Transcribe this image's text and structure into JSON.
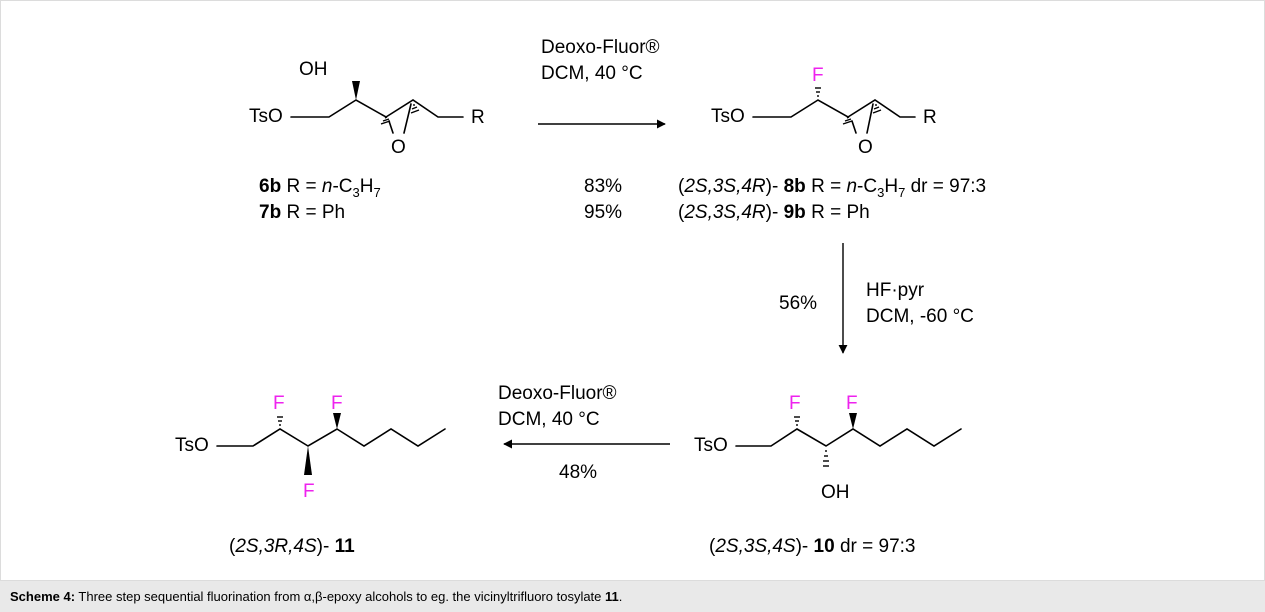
{
  "scheme": {
    "step1": {
      "reagent": "Deoxo-Fluor®",
      "conditions": "DCM, 40 °C"
    },
    "step2": {
      "reagent": "HF·pyr",
      "conditions": "DCM, -60 °C",
      "yield": "56%"
    },
    "step3": {
      "reagent": "Deoxo-Fluor®",
      "conditions": "DCM, 40 °C",
      "yield": "48%"
    },
    "labels": {
      "tso": "TsO",
      "oh": "OH",
      "o": "O",
      "r": "R",
      "f": "F",
      "r_eq": "R =",
      "r_n_prefix": "n",
      "r_c3": "-C",
      "sub3": "3",
      "r_h": "H",
      "sub7": "7",
      "r_ph": "Ph",
      "cpd_6b": "6b",
      "cpd_7b": "7b",
      "cpd_8b": "8b",
      "cpd_9b": "9b",
      "cpd_10": "10",
      "cpd_11": "11",
      "paren_open": "(",
      "paren_close": ")-",
      "stereo_2s3s4r": "2S,3S,4R",
      "stereo_2s3s4s": "2S,3S,4S",
      "stereo_2s3r4s": "2S,3R,4S",
      "dr": "dr = 97:3",
      "yield_8b": "83%",
      "yield_9b": "95%"
    },
    "colors": {
      "fluorine": "#ee22ee",
      "bond": "#000000",
      "caption_bg": "#e9e9e9"
    }
  },
  "caption": {
    "label": "Scheme 4:",
    "text_before": " Three step sequential fluorination from α,β-epoxy alcohols to eg. the vicinyltrifluoro tosylate ",
    "compound": "11",
    "text_after": "."
  }
}
